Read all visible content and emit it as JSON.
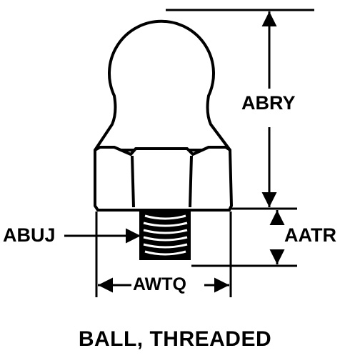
{
  "diagram": {
    "part_name": "BALL, THREADED",
    "dimensions": {
      "overall_height": "ABRY",
      "thread_length": "AATR",
      "thread_size": "ABUJ",
      "hex_width": "AWTQ"
    },
    "colors": {
      "line": "#000000",
      "background": "#ffffff"
    }
  }
}
